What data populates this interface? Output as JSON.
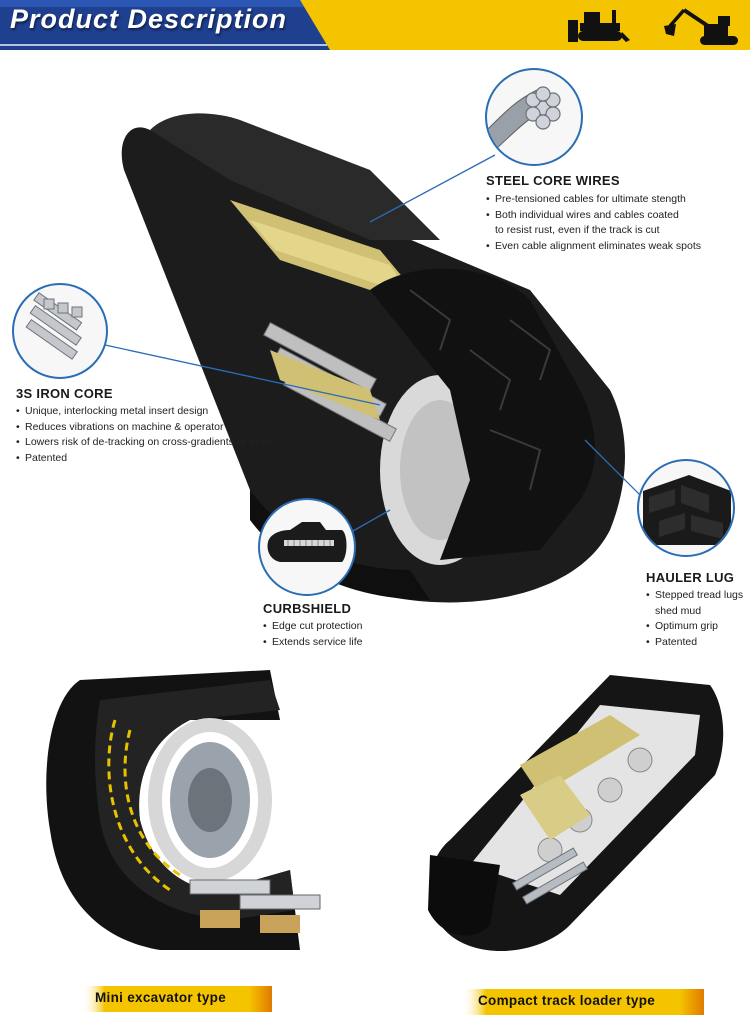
{
  "header": {
    "title": "Product Description",
    "blue": "#1f3f8f",
    "yellow": "#f5c400"
  },
  "icons": [
    "bulldozer-icon",
    "excavator-icon"
  ],
  "steel_core": {
    "title": "STEEL CORE WIRES",
    "items": [
      "Pre-tensioned cables for ultimate stength",
      "Both individual wires and cables coated",
      "to resist rust, even if the track is cut",
      "Even cable alignment eliminates weak spots"
    ]
  },
  "iron_core": {
    "title": "3S IRON CORE",
    "items": [
      "Unique, interlocking metal insert design",
      "Reduces vibrations on machine & operator",
      "Lowers risk of de-tracking on cross-gradients or turns",
      "Patented"
    ]
  },
  "curbshield": {
    "title": "CURBSHIELD",
    "items": [
      "Edge cut protection",
      "Extends service life"
    ]
  },
  "hauler_lug": {
    "title": "HAULER LUG",
    "items": [
      "Stepped tread lugs",
      "shed mud",
      "Optimum grip",
      "Patented"
    ]
  },
  "labels": {
    "mini": "Mini excavator type",
    "ctl": "Compact track loader type"
  },
  "accent": "#2a6db5"
}
